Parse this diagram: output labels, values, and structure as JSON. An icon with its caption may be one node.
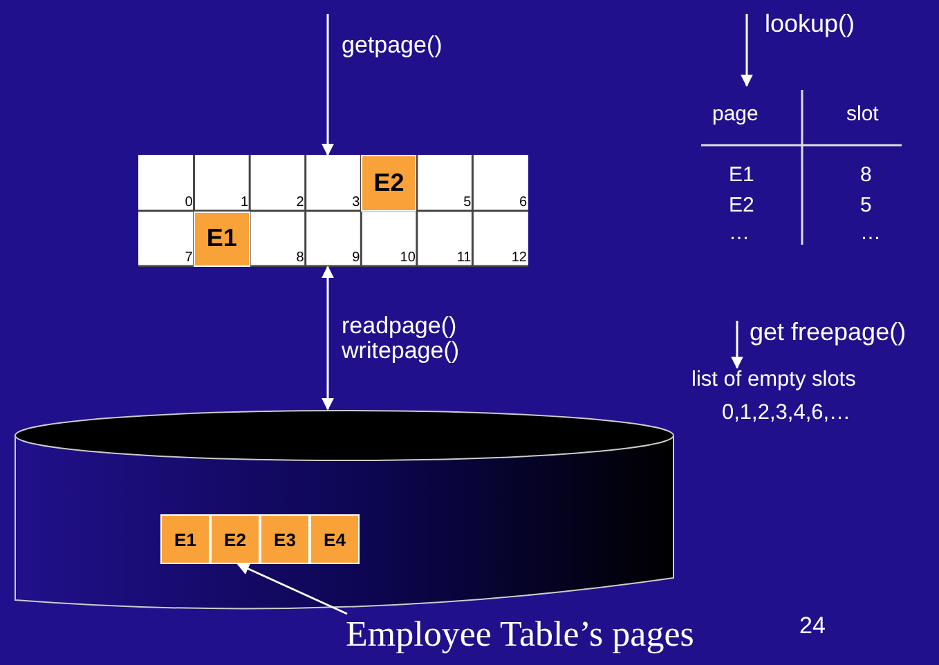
{
  "diagram": {
    "nodes": [
      {
        "text": [],
        "shape": "box"
      },
      {
        "text": [
          "E2"
        ],
        "in": 0
      },
      {
        "text": [
          "E1"
        ],
        "in": 0
      },
      {
        "text": [
          "page",
          "slot",
          "E1",
          "8",
          "E2",
          "5",
          "…",
          "…"
        ]
      },
      {
        "text": [
          "list of empty slots",
          "0,1,2,3,4,6,…"
        ]
      },
      {
        "text": [],
        "shape": "cylinder"
      },
      {
        "text": [
          "E1"
        ],
        "in": 5
      },
      {
        "text": [
          "E2"
        ],
        "in": 5
      },
      {
        "text": [
          "E3"
        ],
        "in": 5
      },
      {
        "text": [
          "E4"
        ],
        "in": 5
      },
      {
        "text": [
          "Employee Table’s pages"
        ]
      }
    ],
    "edges": [
      {
        "from": null,
        "to": 0,
        "arrow": "to",
        "label": "getpage()"
      },
      {
        "from": null,
        "to": 3,
        "arrow": "to",
        "label": "lookup()"
      },
      {
        "from": 0,
        "to": 5,
        "arrow": "both",
        "label": "readpage() writepage()"
      },
      {
        "from": null,
        "to": 4,
        "arrow": "to",
        "label": "get freepage()"
      },
      {
        "from": 10,
        "to": 7,
        "arrow": "to"
      }
    ],
    "labels": [
      "0",
      "1",
      "2",
      "3",
      "5",
      "6",
      "7",
      "8",
      "9",
      "10",
      "11",
      "12",
      "24"
    ]
  }
}
